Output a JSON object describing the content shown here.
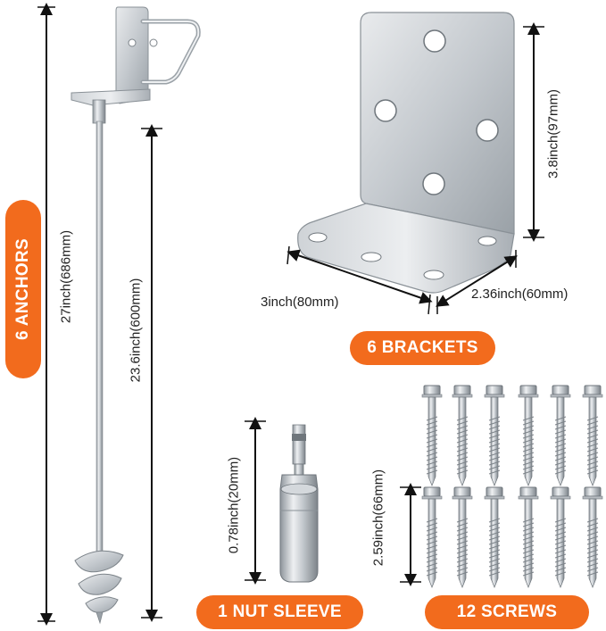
{
  "colors": {
    "badge": "#f26b1d",
    "metal_light": "#e8eaec",
    "metal_mid": "#b7bcc1",
    "metal_dark": "#7f868c",
    "dimension_line": "#111111"
  },
  "anchors": {
    "badge": "6 ANCHORS",
    "total_length": "27inch(686mm)",
    "shaft_length": "23.6inch(600mm)"
  },
  "brackets": {
    "badge": "6 BRACKETS",
    "height": "3.8inch(97mm)",
    "width": "3inch(80mm)",
    "depth": "2.36inch(60mm)"
  },
  "nut_sleeve": {
    "badge": "1 NUT SLEEVE",
    "height": "0.78inch(20mm)"
  },
  "screws": {
    "badge": "12 SCREWS",
    "length": "2.59inch(66mm)",
    "count": 12
  }
}
